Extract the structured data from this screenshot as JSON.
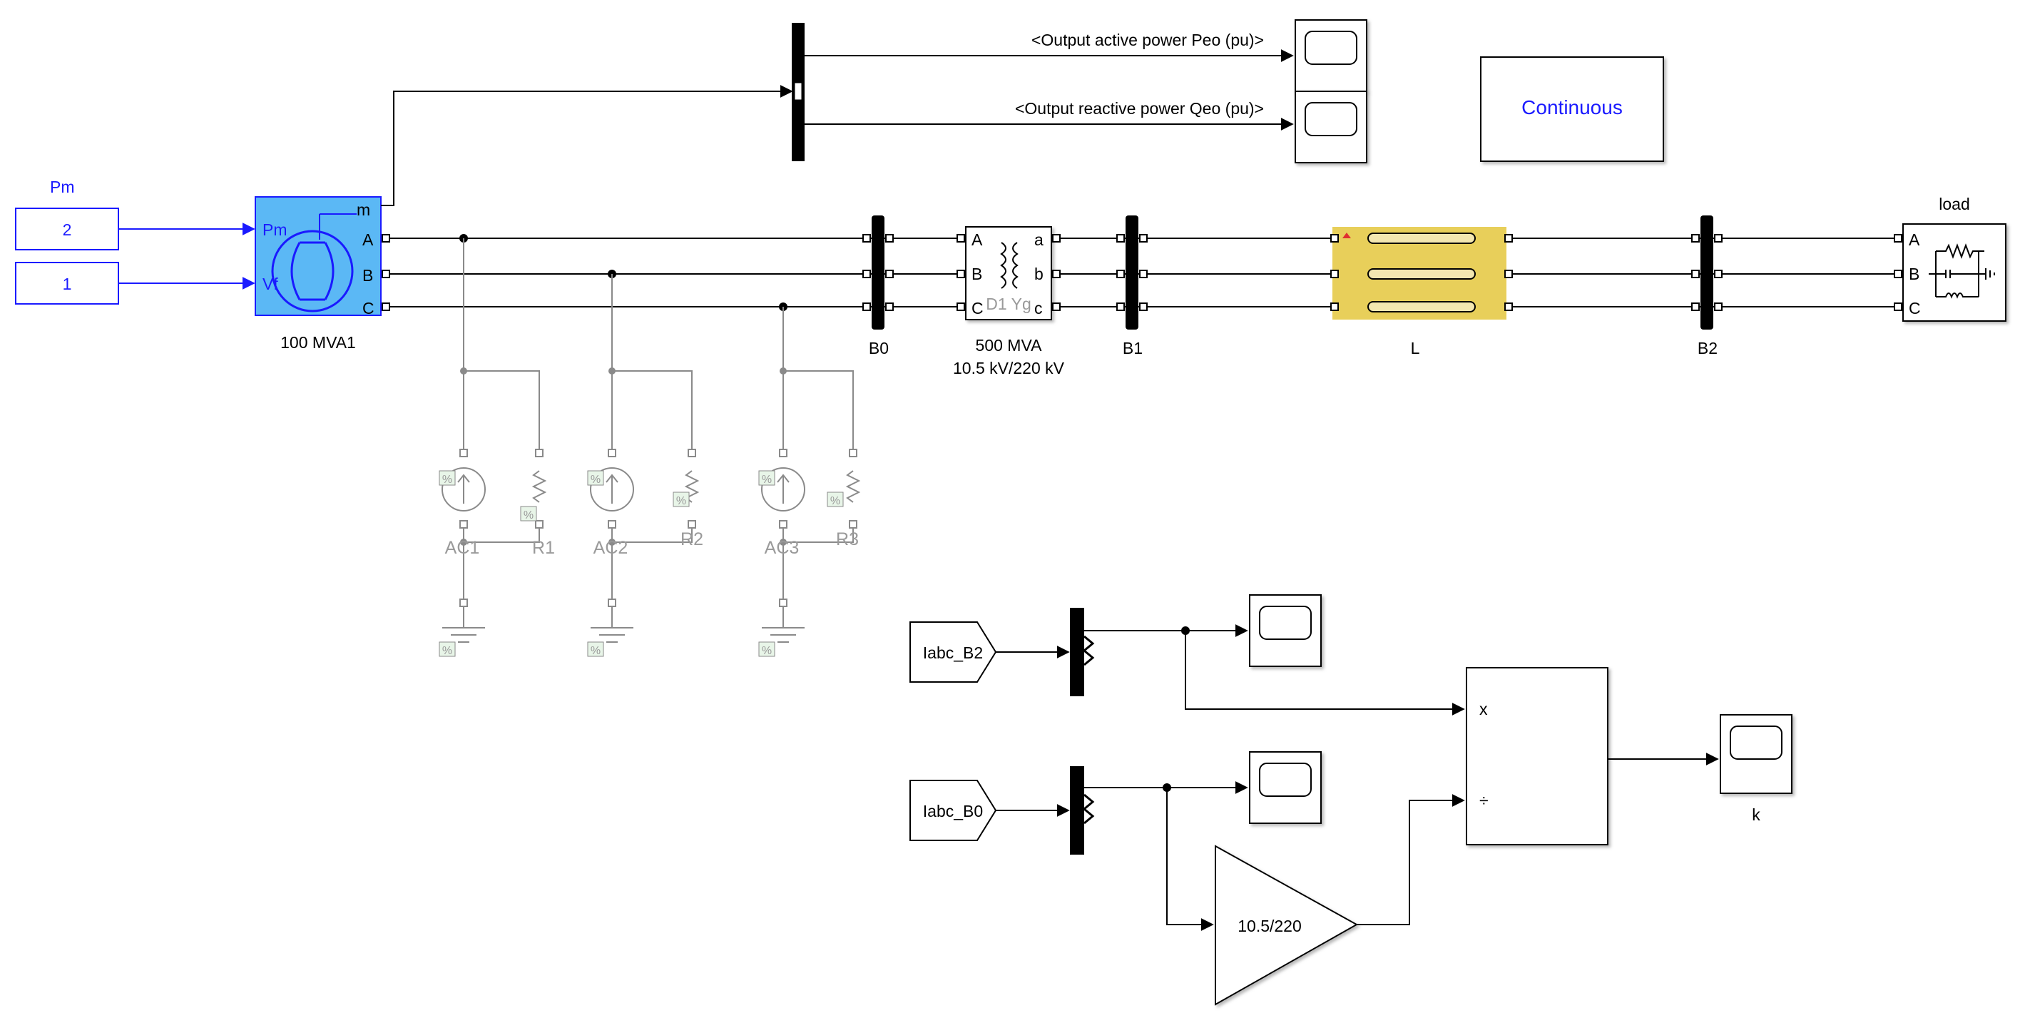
{
  "generator": {
    "title": "100 MVA1",
    "port_m": "m",
    "port_pm": "Pm",
    "port_vf": "Vf",
    "port_a": "A",
    "port_b": "B",
    "port_c": "C"
  },
  "inputs": {
    "label": "Pm",
    "pm_value": "2",
    "vf_value": "1"
  },
  "measure_bus": {
    "active_label": "<Output active power  Peo (pu)>",
    "reactive_label": "<Output reactive power  Qeo (pu)>"
  },
  "powergui": {
    "mode": "Continuous"
  },
  "buses": {
    "b0": "B0",
    "b1": "B1",
    "b2": "B2"
  },
  "transformer": {
    "rating": "500 MVA",
    "voltage": "10.5 kV/220 kV",
    "winding": "D1 Yg",
    "in_a": "A",
    "in_b": "B",
    "in_c": "C",
    "out_a": "a",
    "out_b": "b",
    "out_c": "c"
  },
  "line": {
    "name": "L"
  },
  "load": {
    "name": "load",
    "a": "A",
    "b": "B",
    "c": "C"
  },
  "harmonic_sources": [
    {
      "source": "AC1",
      "resistor": "R1"
    },
    {
      "source": "AC2",
      "resistor": "R2"
    },
    {
      "source": "AC3",
      "resistor": "R3"
    }
  ],
  "percent_badge": "%",
  "tags": {
    "b2": "Iabc_B2",
    "b0": "Iabc_B0"
  },
  "gain": {
    "value": "10.5/220"
  },
  "product": {
    "in1": "x",
    "in2": "÷"
  },
  "scope_k": {
    "name": "k"
  },
  "colors": {
    "generator_fill": "#5bb8f5",
    "line_fill": "#e8cf5a",
    "signal_blue": "#1a1aff",
    "inactive_gray": "#9a9a9a"
  }
}
